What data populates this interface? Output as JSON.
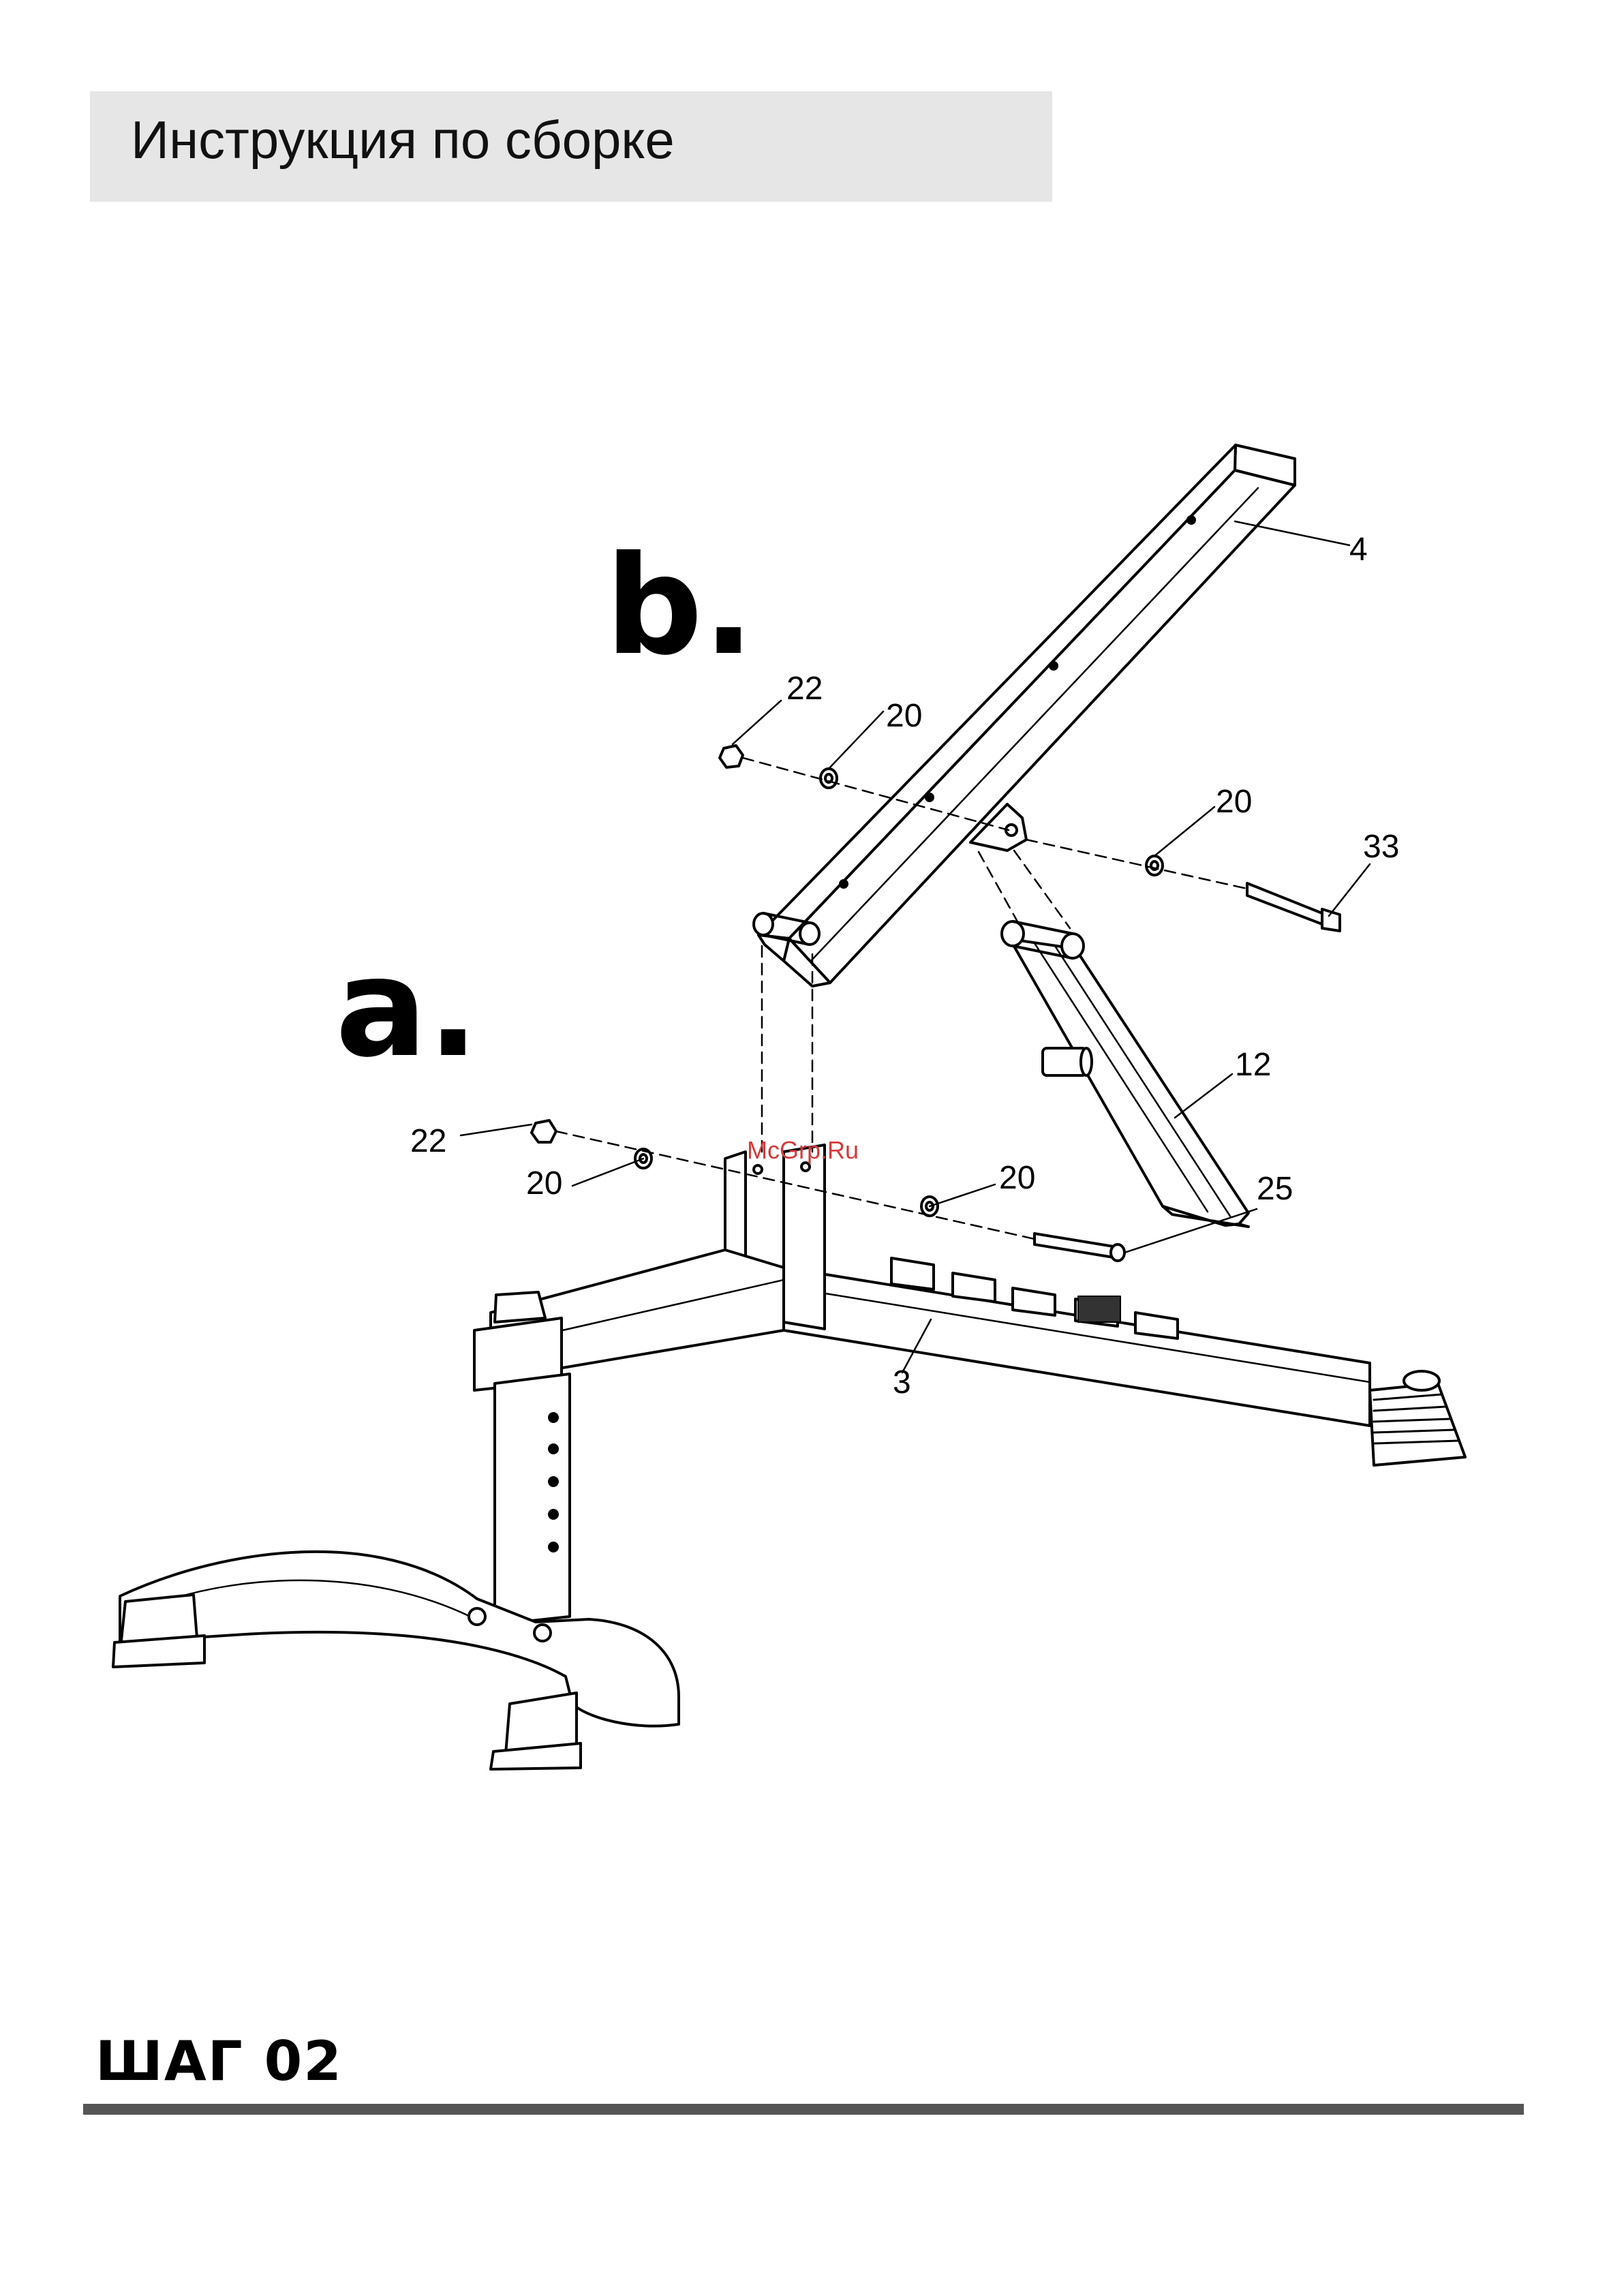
{
  "header": {
    "title": "Инструкция по сборке"
  },
  "step": {
    "label": "ШАГ 02"
  },
  "diagram": {
    "sub_steps": {
      "a": "a.",
      "b": "b."
    },
    "watermark": "McGrp.Ru",
    "part_labels": {
      "p4": "4",
      "p22_top": "22",
      "p20_top_left": "20",
      "p20_top_right": "20",
      "p33": "33",
      "p12": "12",
      "p22_mid": "22",
      "p20_mid_left": "20",
      "p20_mid_right": "20",
      "p25": "25",
      "p3": "3"
    }
  }
}
